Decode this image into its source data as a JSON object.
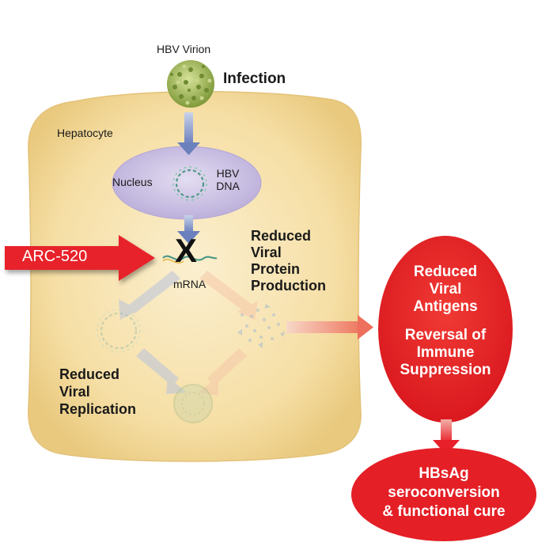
{
  "labels": {
    "virion": "HBV Virion",
    "infection": "Infection",
    "hepatocyte": "Hepatocyte",
    "nucleus": "Nucleus",
    "hbv_dna": [
      "HBV",
      "DNA"
    ],
    "arc520": "ARC-520",
    "mrna": "mRNA",
    "block_mark": "X",
    "reduced_protein": [
      "Reduced",
      "Viral",
      "Protein",
      "Production"
    ],
    "reduced_replication": [
      "Reduced",
      "Viral",
      "Replication"
    ],
    "reduced_antigens": [
      "Reduced",
      "Viral",
      "Antigens"
    ],
    "reversal": [
      "Reversal of",
      "Immune",
      "Suppression"
    ],
    "outcome": [
      "HBsAg",
      "seroconversion",
      "& functional cure"
    ]
  },
  "colors": {
    "cell": "#f6dfa6",
    "nucleus": "#cfc4e6",
    "arrow_blue": "#7b8fc7",
    "arrow_red": "#e8202a",
    "outcome_red": "#e41f26",
    "virion_green": "#9cb34f"
  }
}
